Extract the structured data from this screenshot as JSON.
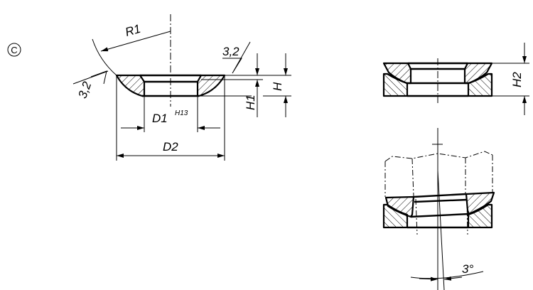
{
  "variant_label": "C",
  "main_view": {
    "radius_label": "R1",
    "roughness_left": "3,2",
    "roughness_right": "3,2",
    "bore_label": "D1",
    "bore_tolerance": "H13",
    "outer_label": "D2",
    "height_label": "H",
    "height1_label": "H1"
  },
  "assembly_view": {
    "height2_label": "H2"
  },
  "tilt_view": {
    "angle_label": "3°"
  }
}
